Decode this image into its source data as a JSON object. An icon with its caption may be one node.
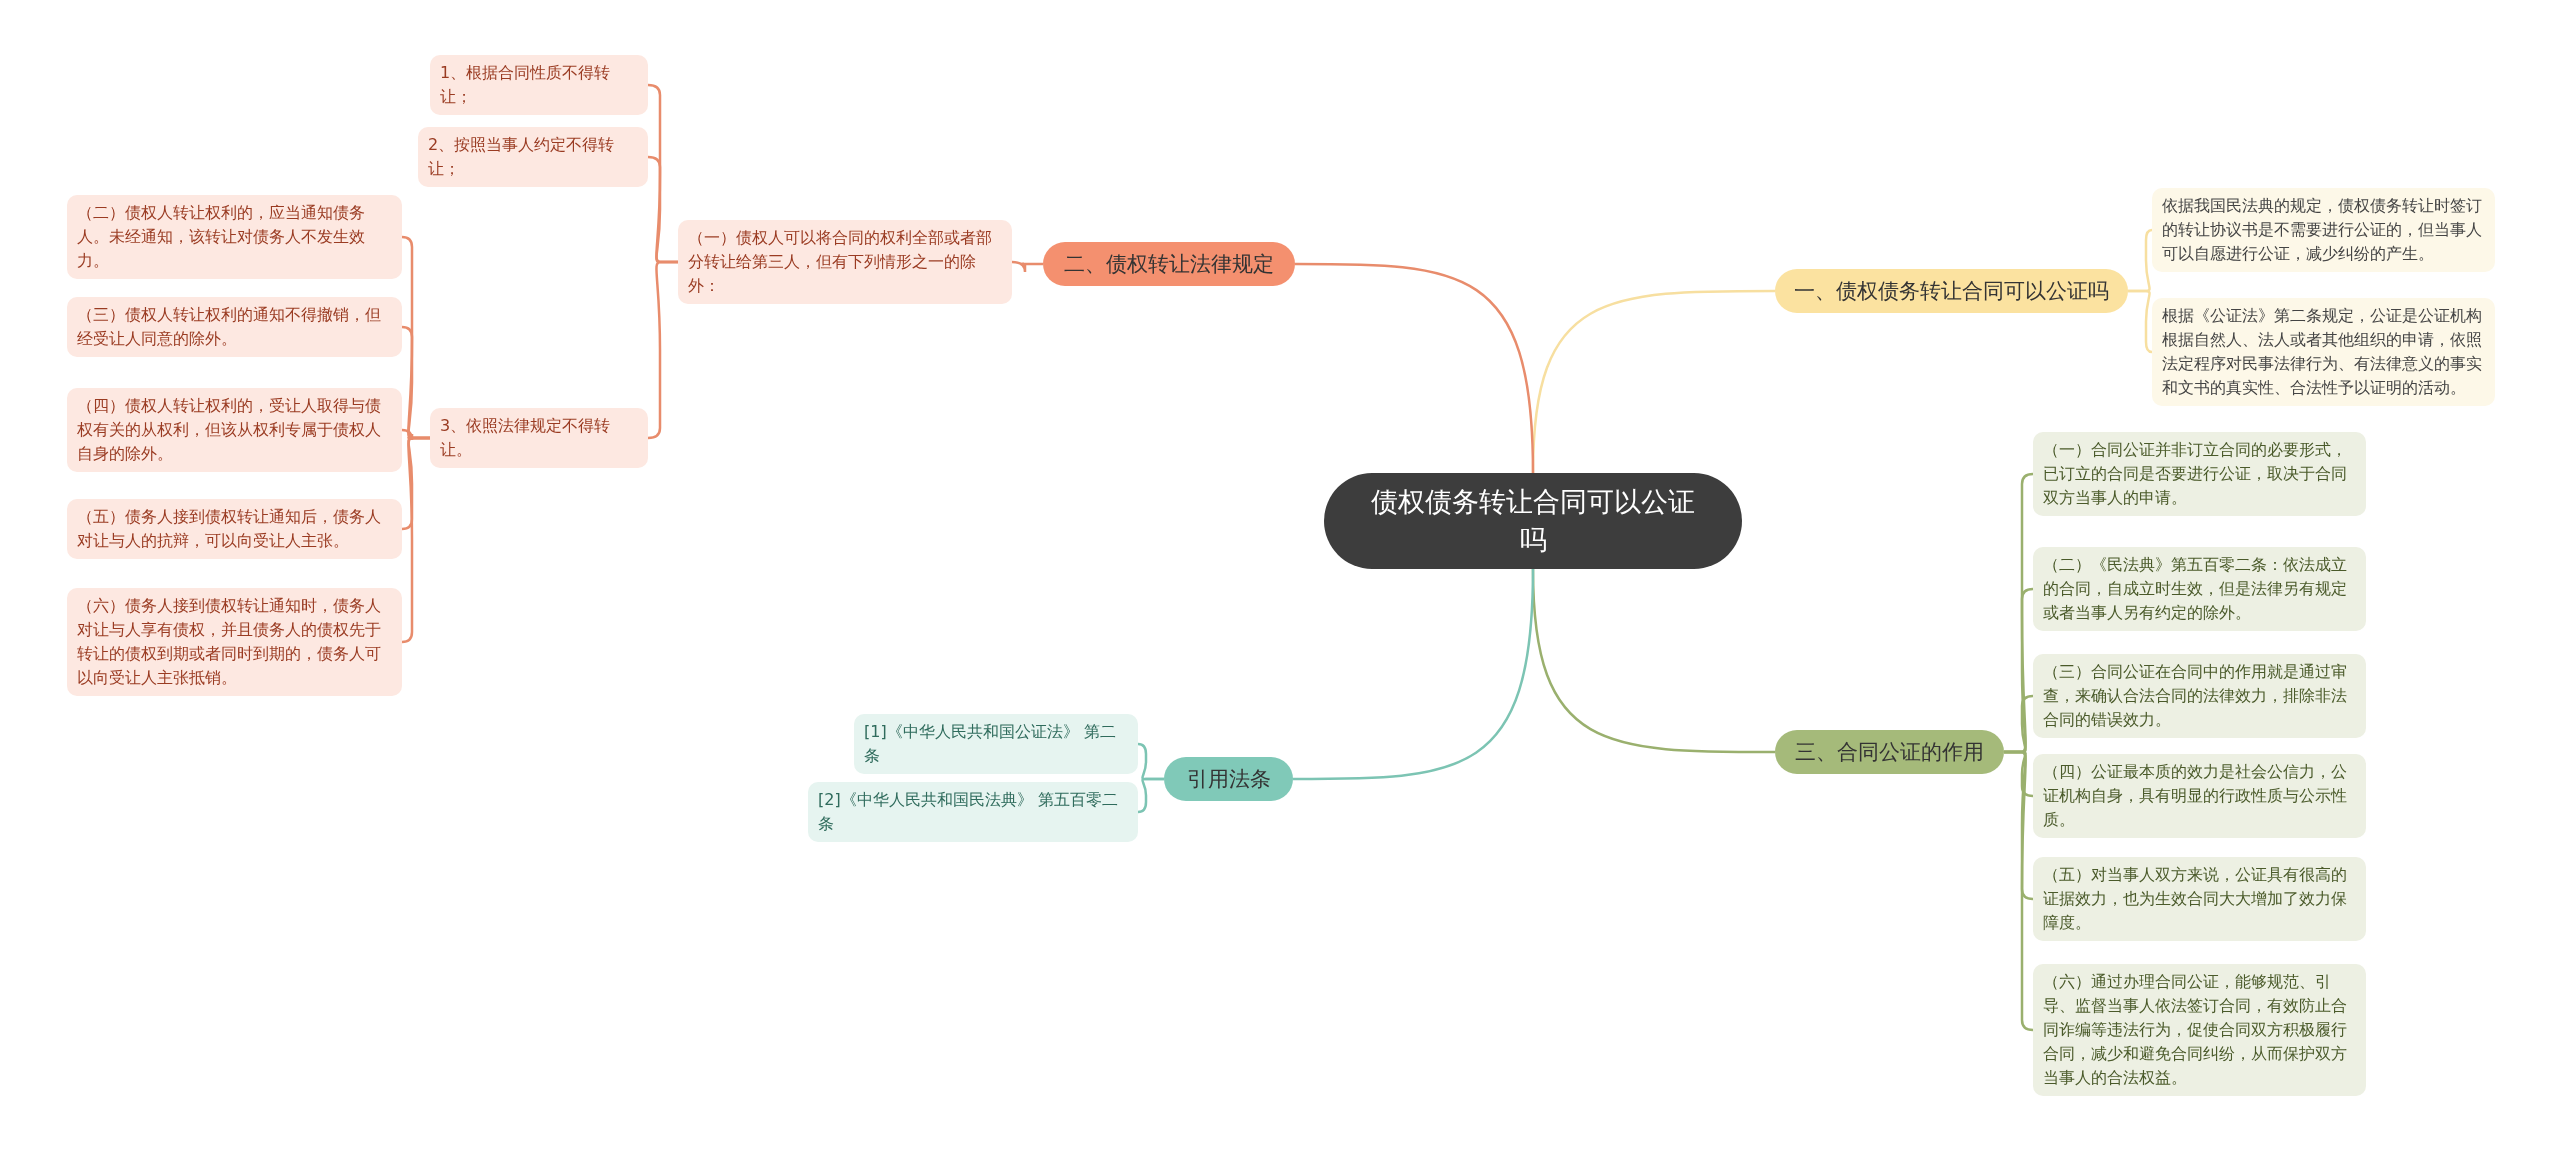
{
  "diagram": {
    "nodes": [
      {
        "text": [
          "债权债务转让合同可以公证吗"
        ]
      },
      {
        "text": [
          "一、债权债务转让合同可以公证吗"
        ]
      },
      {
        "text": [
          "依据我国民法典的规定，债权债务转让时签订的转让协议书是不需要进行公证的，但当事人可以自愿进行公证，减少纠纷的产生。"
        ]
      },
      {
        "text": [
          "根据《公证法》第二条规定，公证是公证机构根据自然人、法人或者其他组织的申请，依照法定程序对民事法律行为、有法律意义的事实和文书的真实性、合法性予以证明的活动。"
        ]
      },
      {
        "text": [
          "二、债权转让法律规定"
        ]
      },
      {
        "text": [
          "（一）债权人可以将合同的权利全部或者部分转让给第三人，但有下列情形之一的除外："
        ]
      },
      {
        "text": [
          "1、根据合同性质不得转让；"
        ]
      },
      {
        "text": [
          "2、按照当事人约定不得转让；"
        ]
      },
      {
        "text": [
          "3、依照法律规定不得转让。"
        ]
      },
      {
        "text": [
          "（二）债权人转让权利的，应当通知债务人。未经通知，该转让对债务人不发生效力。"
        ]
      },
      {
        "text": [
          "（三）债权人转让权利的通知不得撤销，但经受让人同意的除外。"
        ]
      },
      {
        "text": [
          "（四）债权人转让权利的，受让人取得与债权有关的从权利，但该从权利专属于债权人自身的除外。"
        ]
      },
      {
        "text": [
          "（五）债务人接到债权转让通知后，债务人对让与人的抗辩，可以向受让人主张。"
        ]
      },
      {
        "text": [
          "（六）债务人接到债权转让通知时，债务人对让与人享有债权，并且债务人的债权先于转让的债权到期或者同时到期的，债务人可以向受让人主张抵销。"
        ]
      },
      {
        "text": [
          "三、合同公证的作用"
        ]
      },
      {
        "text": [
          "（一）合同公证并非订立合同的必要形式，已订立的合同是否要进行公证，取决于合同双方当事人的申请。"
        ]
      },
      {
        "text": [
          "（二）《民法典》第五百零二条：依法成立的合同，自成立时生效，但是法律另有规定或者当事人另有约定的除外。"
        ]
      },
      {
        "text": [
          "（三）合同公证在合同中的作用就是通过审查，来确认合法合同的法律效力，排除非法合同的错误效力。"
        ]
      },
      {
        "text": [
          "（四）公证最本质的效力是社会公信力，公证机构自身，具有明显的行政性质与公示性质。"
        ]
      },
      {
        "text": [
          "（五）对当事人双方来说，公证具有很高的证据效力，也为生效合同大大增加了效力保障度。"
        ]
      },
      {
        "text": [
          "（六）通过办理合同公证，能够规范、引导、监督当事人依法签订合同，有效防止合同诈编等违法行为，促使合同双方积极履行合同，减少和避免合同纠纷，从而保护双方当事人的合法权益。"
        ]
      },
      {
        "text": [
          "引用法条"
        ]
      },
      {
        "text": [
          "[1]《中华人民共和国公证法》 第二条"
        ]
      },
      {
        "text": [
          "[2]《中华人民共和国民法典》 第五百零二条"
        ]
      }
    ],
    "edges": [
      {
        "from": 0,
        "to": 1,
        "arrow": "none",
        "color": "#f7dfa0"
      },
      {
        "from": 1,
        "to": 2,
        "arrow": "none",
        "color": "#f7dfa0"
      },
      {
        "from": 1,
        "to": 3,
        "arrow": "none",
        "color": "#f7dfa0"
      },
      {
        "from": 0,
        "to": 4,
        "arrow": "none"
      },
      {
        "from": 4,
        "to": 5,
        "arrow": "none"
      },
      {
        "from": 5,
        "to": 6,
        "arrow": "none"
      },
      {
        "from": 5,
        "to": 7,
        "arrow": "none"
      },
      {
        "from": 5,
        "to": 8,
        "arrow": "none"
      },
      {
        "from": 8,
        "to": 9,
        "arrow": "none"
      },
      {
        "from": 8,
        "to": 10,
        "arrow": "none"
      },
      {
        "from": 8,
        "to": 11,
        "arrow": "none"
      },
      {
        "from": 8,
        "to": 12,
        "arrow": "none"
      },
      {
        "from": 8,
        "to": 13,
        "arrow": "none"
      },
      {
        "from": 0,
        "to": 14,
        "arrow": "none",
        "color": "#9ab06e"
      },
      {
        "from": 14,
        "to": 15,
        "arrow": "none",
        "color": "#9ab06e"
      },
      {
        "from": 14,
        "to": 16,
        "arrow": "none",
        "color": "#9ab06e"
      },
      {
        "from": 14,
        "to": 17,
        "arrow": "none",
        "color": "#9ab06e"
      },
      {
        "from": 14,
        "to": 18,
        "arrow": "none",
        "color": "#9ab06e"
      },
      {
        "from": 14,
        "to": 19,
        "arrow": "none",
        "color": "#9ab06e"
      },
      {
        "from": 14,
        "to": 20,
        "arrow": "none",
        "color": "#9ab06e"
      },
      {
        "from": 0,
        "to": 21,
        "arrow": "none",
        "color": "#7cc4b3"
      },
      {
        "from": 21,
        "to": 22,
        "arrow": "none",
        "color": "#7cc4b3"
      },
      {
        "from": 21,
        "to": 23,
        "arrow": "none",
        "color": "#7cc4b3"
      }
    ]
  }
}
